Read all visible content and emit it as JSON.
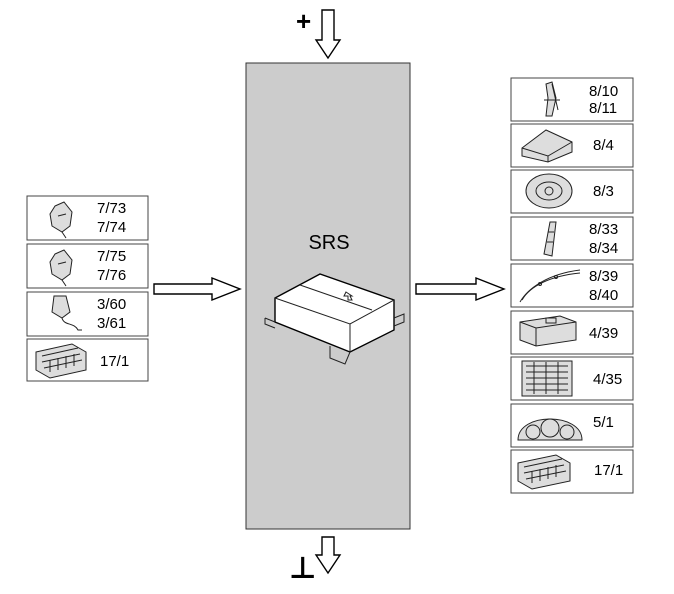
{
  "center": {
    "label": "SRS"
  },
  "power": {
    "plus_symbol": "+",
    "ground_symbol": "⊥"
  },
  "inputs": [
    {
      "icon": "seatbelt-buckle-icon",
      "codes": [
        "7/73",
        "7/74"
      ]
    },
    {
      "icon": "seatbelt-buckle-icon",
      "codes": [
        "7/75",
        "7/76"
      ]
    },
    {
      "icon": "seatbelt-buckle-switch-icon",
      "codes": [
        "3/60",
        "3/61"
      ]
    },
    {
      "icon": "connector-icon",
      "codes": [
        "17/1"
      ]
    }
  ],
  "outputs": [
    {
      "icon": "belt-pretensioner-icon",
      "codes": [
        "8/10",
        "8/11"
      ]
    },
    {
      "icon": "passenger-airbag-icon",
      "codes": [
        "8/4"
      ]
    },
    {
      "icon": "steering-wheel-airbag-icon",
      "codes": [
        "8/3"
      ]
    },
    {
      "icon": "side-airbag-icon",
      "codes": [
        "8/33",
        "8/34"
      ]
    },
    {
      "icon": "curtain-airbag-icon",
      "codes": [
        "8/39",
        "8/40"
      ]
    },
    {
      "icon": "control-module-icon",
      "codes": [
        "4/39"
      ]
    },
    {
      "icon": "central-electronic-module-icon",
      "codes": [
        "4/35"
      ]
    },
    {
      "icon": "instrument-cluster-icon",
      "codes": [
        "5/1"
      ]
    },
    {
      "icon": "connector-icon",
      "codes": [
        "17/1"
      ]
    }
  ]
}
